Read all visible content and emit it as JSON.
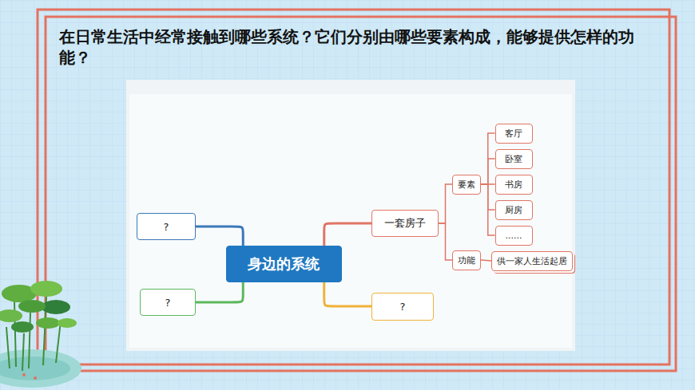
{
  "diagram": {
    "title": "在日常生活中经常接触到哪些系统？它们分别由哪些要素构成，能够提供怎样的功能？",
    "nodes": [
      {
        "text": [
          "身边的系统"
        ]
      },
      {
        "text": [
          "?"
        ]
      },
      {
        "text": [
          "?"
        ]
      },
      {
        "text": [
          "一套房子"
        ]
      },
      {
        "text": [
          "?"
        ]
      },
      {
        "text": [
          "要素"
        ]
      },
      {
        "text": [
          "客厅"
        ]
      },
      {
        "text": [
          "卧室"
        ]
      },
      {
        "text": [
          "书房"
        ]
      },
      {
        "text": [
          "厨房"
        ]
      },
      {
        "text": [
          "......"
        ]
      },
      {
        "text": [
          "功能"
        ]
      },
      {
        "text": [
          "供一家人生活起居"
        ]
      }
    ],
    "edges": [
      {
        "from": 0,
        "to": 1,
        "arrow": "none"
      },
      {
        "from": 0,
        "to": 2,
        "arrow": "none"
      },
      {
        "from": 0,
        "to": 3,
        "arrow": "none"
      },
      {
        "from": 0,
        "to": 4,
        "arrow": "none"
      },
      {
        "from": 3,
        "to": 5,
        "arrow": "none"
      },
      {
        "from": 3,
        "to": 11,
        "arrow": "none"
      },
      {
        "from": 5,
        "to": 6,
        "arrow": "none"
      },
      {
        "from": 5,
        "to": 7,
        "arrow": "none"
      },
      {
        "from": 5,
        "to": 8,
        "arrow": "none"
      },
      {
        "from": 5,
        "to": 9,
        "arrow": "none"
      },
      {
        "from": 5,
        "to": 10,
        "arrow": "none"
      },
      {
        "from": 11,
        "to": 12,
        "arrow": "none"
      }
    ]
  }
}
